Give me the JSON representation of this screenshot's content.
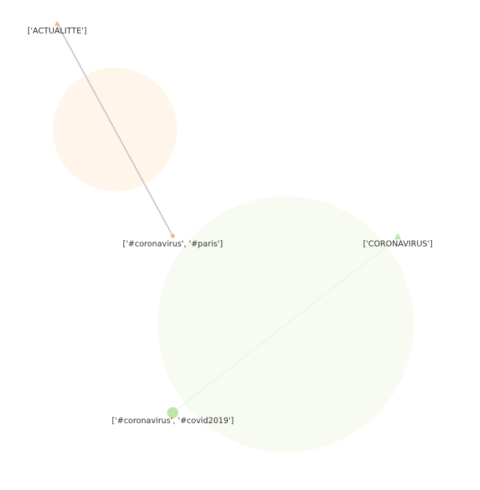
{
  "graph": {
    "clusters": [
      {
        "id": "cluster-orange",
        "color": "#fff5eb"
      },
      {
        "id": "cluster-green",
        "color": "#f7fbf2"
      }
    ],
    "nodes": [
      {
        "id": "actualitte",
        "label": "['ACTUALITTE']",
        "shape": "triangle",
        "color": "#f5b97a"
      },
      {
        "id": "coronavirus-paris",
        "label": "['#coronavirus', '#paris']",
        "shape": "circle",
        "color": "#f5b97a"
      },
      {
        "id": "coronavirus-upper",
        "label": "['CORONAVIRUS']",
        "shape": "triangle",
        "color": "#bfe3a8"
      },
      {
        "id": "coronavirus-covid2019",
        "label": "['#coronavirus', '#covid2019']",
        "shape": "circle",
        "color": "#bfe3a8"
      }
    ],
    "edges": [
      {
        "source": "actualitte",
        "target": "coronavirus-paris",
        "color": "#c8c8c8"
      },
      {
        "source": "coronavirus-upper",
        "target": "coronavirus-covid2019",
        "color": "#e6efe0"
      }
    ]
  }
}
